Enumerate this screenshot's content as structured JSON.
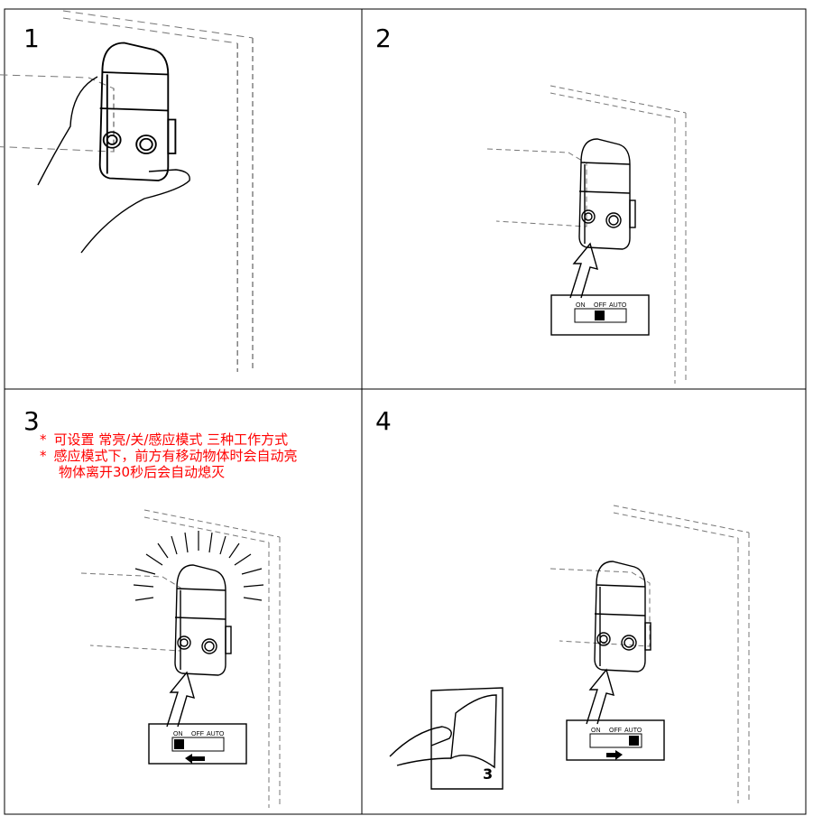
{
  "steps": [
    {
      "number": "1"
    },
    {
      "number": "2",
      "switch": {
        "labels": [
          "ON",
          "OFF",
          "AUTO"
        ],
        "position": "OFF"
      }
    },
    {
      "number": "3",
      "switch": {
        "labels": [
          "ON",
          "OFF",
          "AUTO"
        ],
        "position": "ON"
      },
      "notes": [
        {
          "bullet": "*",
          "text": "可设置 常亮/关/感应模式 三种工作方式"
        },
        {
          "bullet": "*",
          "text": "感应模式下，前方有移动物体时会自动亮"
        },
        {
          "bullet": "",
          "text": "物体离开30秒后会自动熄灭"
        }
      ]
    },
    {
      "number": "4",
      "switch": {
        "labels": [
          "ON",
          "OFF",
          "AUTO"
        ],
        "position": "AUTO"
      },
      "sticker_label": "3"
    }
  ],
  "colors": {
    "note": "#ff0000",
    "line": "#000000"
  }
}
